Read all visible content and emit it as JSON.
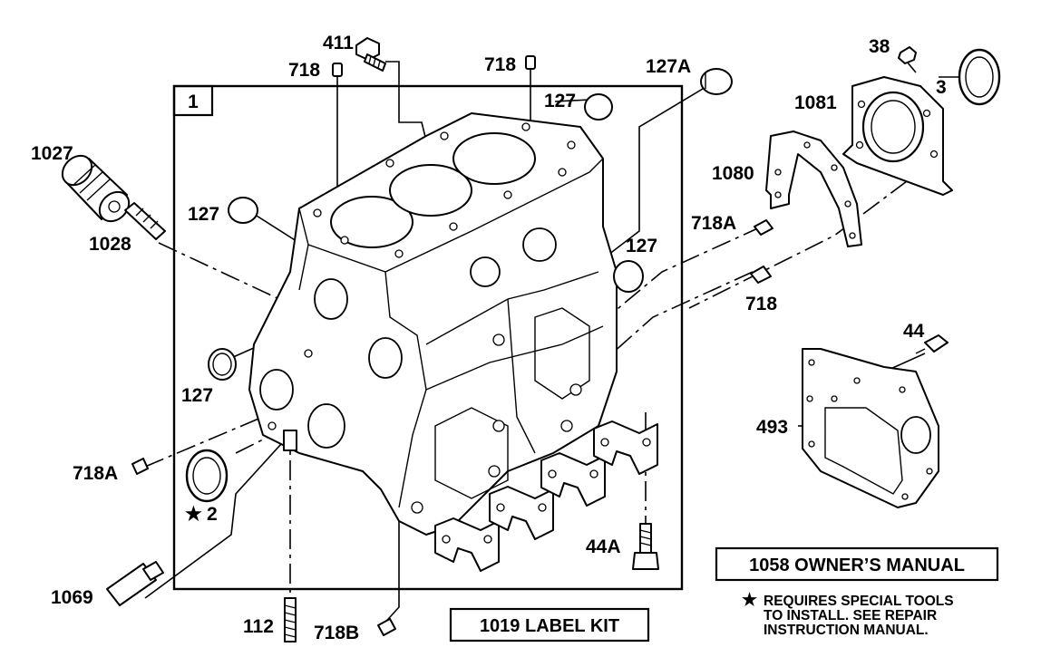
{
  "frame_index": "1",
  "callouts": {
    "p411": "411",
    "p718_top_left": "718",
    "p718_top_mid": "718",
    "p127A": "127A",
    "p127_top": "127",
    "p38": "38",
    "p1081": "1081",
    "p3": "3",
    "p1027": "1027",
    "p1028": "1028",
    "p127_left": "127",
    "p1080": "1080",
    "p718A_right": "718A",
    "p127_right": "127",
    "p718_right": "718",
    "p44": "44",
    "p127_bottom_left": "127",
    "p493": "493",
    "p718A_left": "718A",
    "p2": "2",
    "p44A": "44A",
    "p1069": "1069",
    "p112": "112",
    "p718B": "718B"
  },
  "star_symbol": "★",
  "boxes": {
    "owners_manual": "1058 OWNER’S MANUAL",
    "label_kit": "1019 LABEL KIT"
  },
  "note": {
    "line1": "REQUIRES SPECIAL TOOLS",
    "line2": "TO INSTALL.  SEE REPAIR",
    "line3": "INSTRUCTION MANUAL."
  }
}
